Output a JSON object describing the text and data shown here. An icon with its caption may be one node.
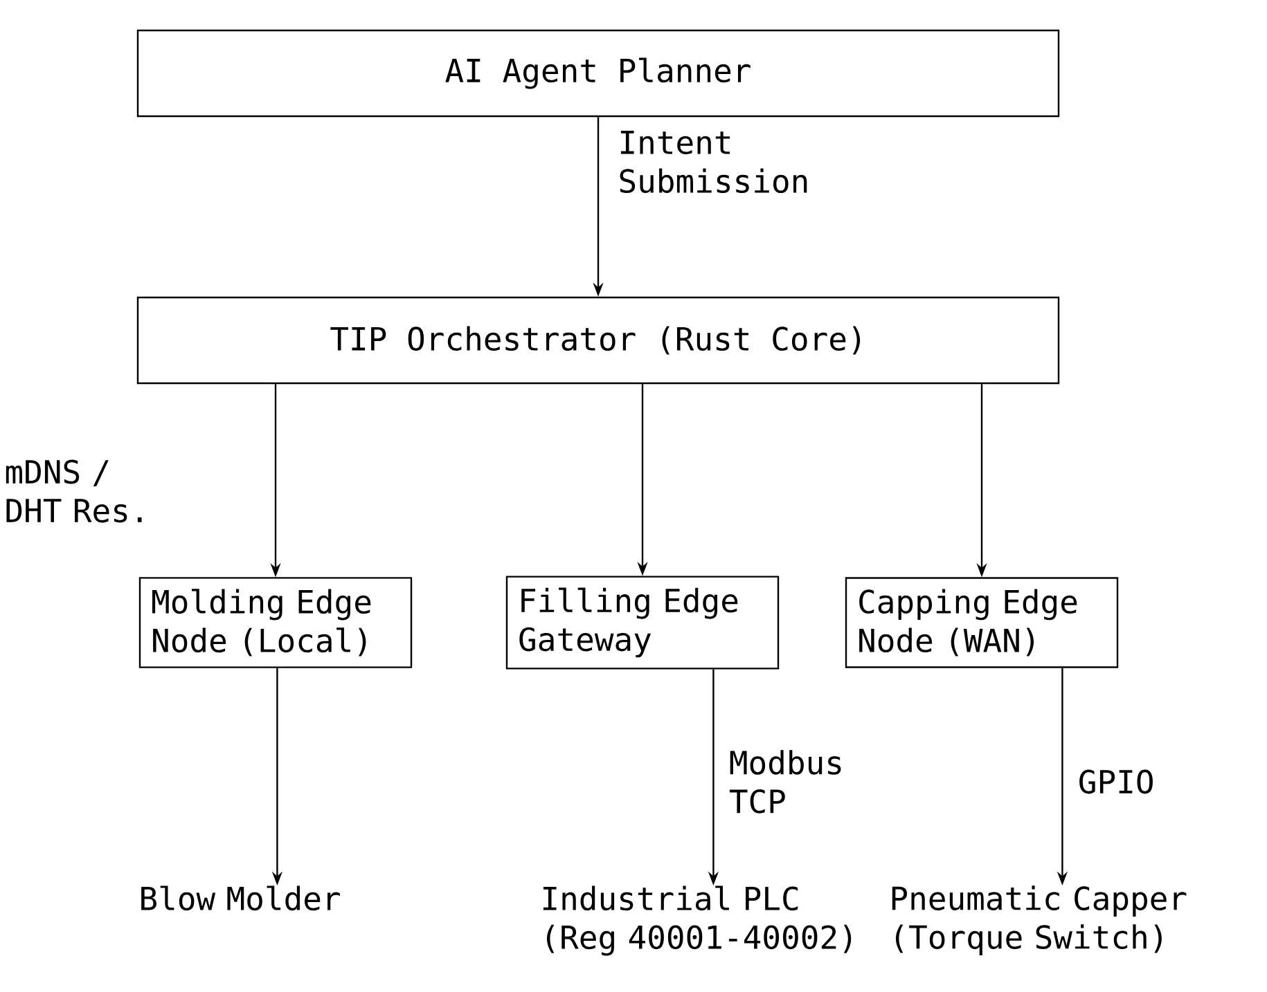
{
  "diagram": {
    "nodes": [
      {
        "text": [
          "AI Agent Planner"
        ]
      },
      {
        "text": [
          "TIP Orchestrator (Rust Core)"
        ]
      },
      {
        "text": [
          "Molding Edge Node (Local)"
        ]
      },
      {
        "text": [
          "Filling Edge Gateway"
        ]
      },
      {
        "text": [
          "Capping Edge Node (WAN)"
        ]
      },
      {
        "text": [
          "Blow Molder"
        ]
      },
      {
        "text": [
          "Industrial PLC (Reg 40001-40002)"
        ]
      },
      {
        "text": [
          "Pneumatic Capper (Torque Switch)"
        ]
      }
    ],
    "edges": [
      {
        "from": 0,
        "to": 1,
        "arrow": "to",
        "label": "Intent Submission"
      },
      {
        "from": 1,
        "to": 2,
        "arrow": "to",
        "label": "mDNS / DHT Res."
      },
      {
        "from": 1,
        "to": 3,
        "arrow": "to"
      },
      {
        "from": 1,
        "to": 4,
        "arrow": "to"
      },
      {
        "from": 2,
        "to": 5,
        "arrow": "to"
      },
      {
        "from": 3,
        "to": 6,
        "arrow": "to",
        "label": "Modbus TCP"
      },
      {
        "from": 4,
        "to": 7,
        "arrow": "to",
        "label": "GPIO"
      }
    ]
  }
}
